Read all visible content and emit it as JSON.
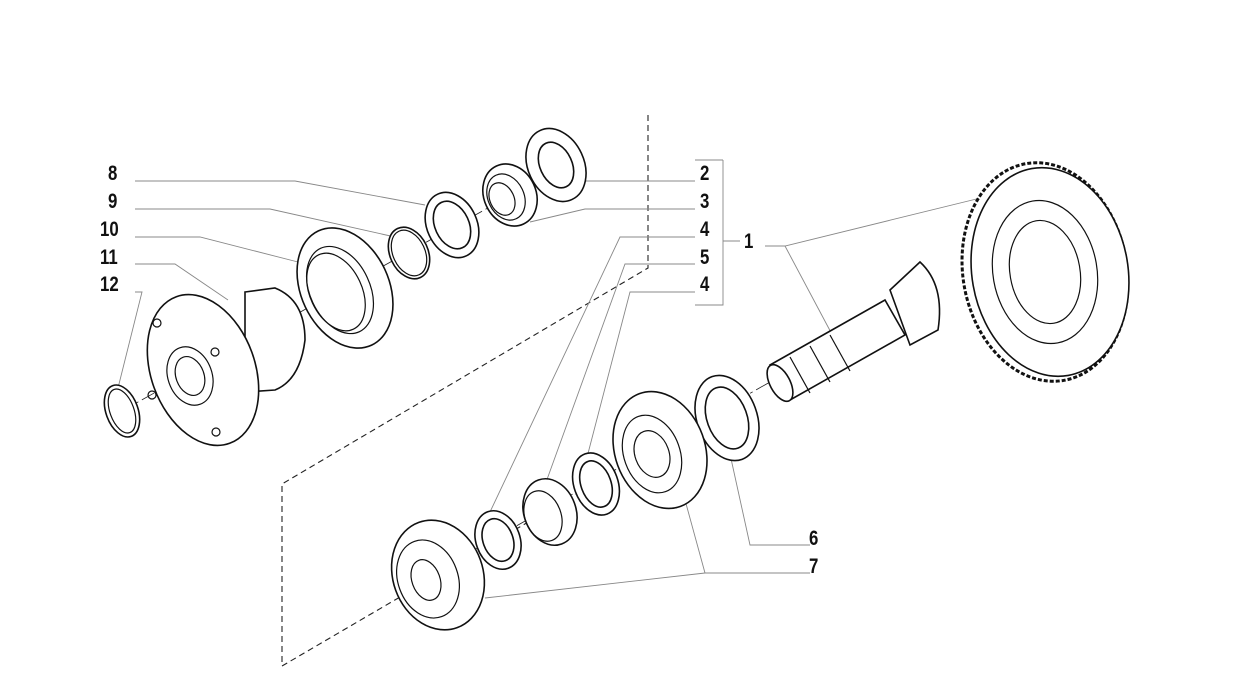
{
  "callouts": {
    "c8": "8",
    "c9": "9",
    "c10": "10",
    "c11": "11",
    "c12": "12",
    "c2": "2",
    "c3": "3",
    "c4a": "4",
    "c5": "5",
    "c4b": "4",
    "c1": "1",
    "c6": "6",
    "c7": "7"
  }
}
